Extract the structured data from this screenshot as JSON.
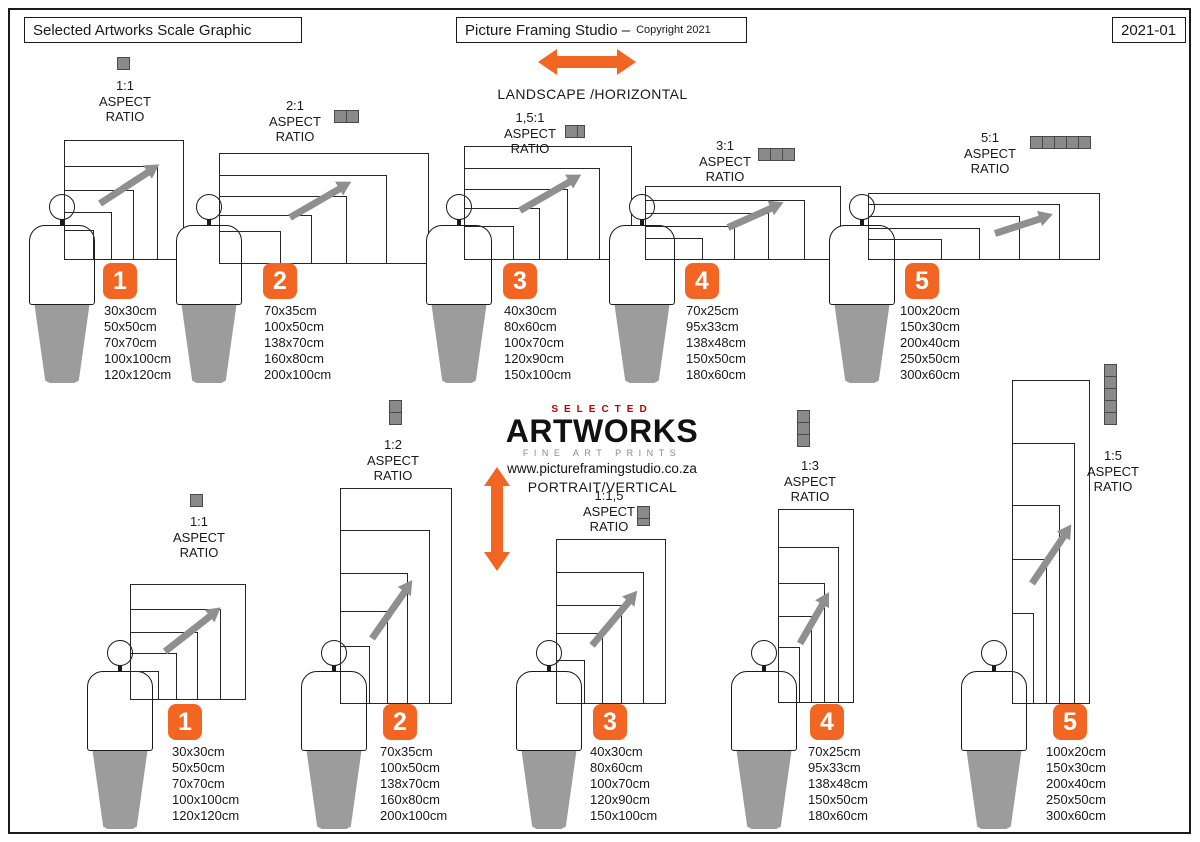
{
  "header": {
    "left_title": "Selected Artworks Scale Graphic",
    "center_title": "Picture Framing Studio –",
    "center_copyright": "Copyright 2021",
    "right_code": "2021-01"
  },
  "labels": {
    "aspect": "ASPECT",
    "ratio": "RATIO"
  },
  "landscape": {
    "direction_label": "LANDSCAPE /HORIZONTAL",
    "groups": [
      {
        "number": "1",
        "ratio": "1:1",
        "sizes": [
          "30x30cm",
          "50x50cm",
          "70x70cm",
          "100x100cm",
          "120x120cm"
        ]
      },
      {
        "number": "2",
        "ratio": "2:1",
        "sizes": [
          "70x35cm",
          "100x50cm",
          "138x70cm",
          "160x80cm",
          "200x100cm"
        ]
      },
      {
        "number": "3",
        "ratio": "1,5:1",
        "sizes": [
          "40x30cm",
          "80x60cm",
          "100x70cm",
          "120x90cm",
          "150x100cm"
        ]
      },
      {
        "number": "4",
        "ratio": "3:1",
        "sizes": [
          "70x25cm",
          "95x33cm",
          "138x48cm",
          "150x50cm",
          "180x60cm"
        ]
      },
      {
        "number": "5",
        "ratio": "5:1",
        "sizes": [
          "100x20cm",
          "150x30cm",
          "200x40cm",
          "250x50cm",
          "300x60cm"
        ]
      }
    ]
  },
  "portrait": {
    "direction_label": "PORTRAIT/VERTICAL",
    "groups": [
      {
        "number": "1",
        "ratio": "1:1",
        "sizes": [
          "30x30cm",
          "50x50cm",
          "70x70cm",
          "100x100cm",
          "120x120cm"
        ]
      },
      {
        "number": "2",
        "ratio": "1:2",
        "sizes": [
          "70x35cm",
          "100x50cm",
          "138x70cm",
          "160x80cm",
          "200x100cm"
        ]
      },
      {
        "number": "3",
        "ratio": "1:1,5",
        "sizes": [
          "40x30cm",
          "80x60cm",
          "100x70cm",
          "120x90cm",
          "150x100cm"
        ]
      },
      {
        "number": "4",
        "ratio": "1:3",
        "sizes": [
          "70x25cm",
          "95x33cm",
          "138x48cm",
          "150x50cm",
          "180x60cm"
        ]
      },
      {
        "number": "5",
        "ratio": "1:5",
        "sizes": [
          "100x20cm",
          "150x30cm",
          "200x40cm",
          "250x50cm",
          "300x60cm"
        ]
      }
    ]
  },
  "logo": {
    "selected": "SELECTED",
    "artworks": "ARTWORKS",
    "subtitle": "FINE ART PRINTS",
    "url": "www.pictureframingstudio.co.za"
  },
  "colors": {
    "orange": "#F26522",
    "arrow_gray": "#8f8f8f",
    "logo_red": "#C00000"
  }
}
